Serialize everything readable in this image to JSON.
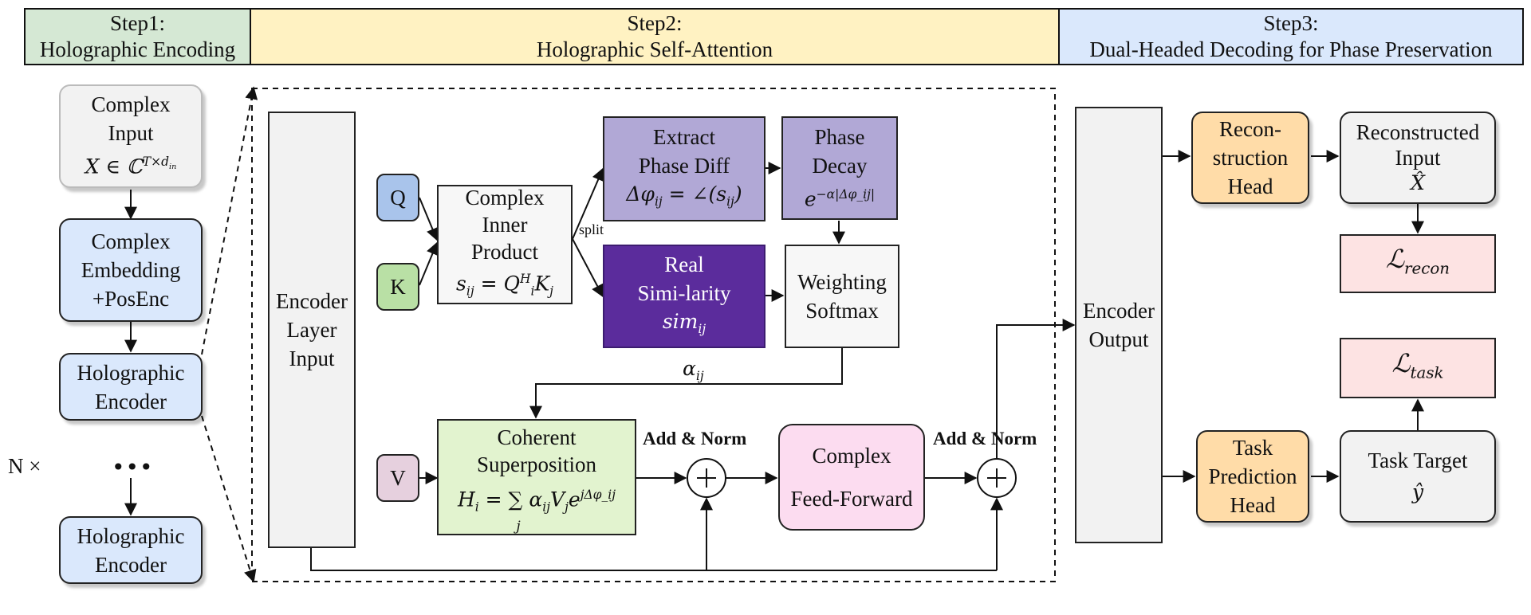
{
  "header": {
    "step1": {
      "title": "Step1:",
      "subtitle": "Holographic Encoding",
      "color": "#d5e8d4"
    },
    "step2": {
      "title": "Step2:",
      "subtitle": "Holographic Self-Attention",
      "color": "#fff2c2"
    },
    "step3": {
      "title": "Step3:",
      "subtitle": "Dual-Headed Decoding for Phase Preservation",
      "color": "#dae8fc"
    }
  },
  "left_column": {
    "complex_input": {
      "line1": "Complex",
      "line2": "Input",
      "formula": "X ∈ ℂ",
      "formula_sup": "T×d",
      "formula_sub": "in"
    },
    "complex_embedding": {
      "line1": "Complex",
      "line2": "Embedding",
      "line3": "+PosEnc"
    },
    "holographic_encoder_1": {
      "line1": "Holographic",
      "line2": "Encoder"
    },
    "ellipsis": "•••",
    "holographic_encoder_2": {
      "line1": "Holographic",
      "line2": "Encoder"
    },
    "repeat_label": "N ×"
  },
  "attention": {
    "encoder_layer_input": {
      "line1": "Encoder",
      "line2": "Layer",
      "line3": "Input"
    },
    "q": "Q",
    "k": "K",
    "v": "V",
    "inner_product": {
      "line1": "Complex",
      "line2": "Inner",
      "line3": "Product",
      "formula": "s",
      "formula_sub": "ij",
      "formula_rest": " = Q",
      "formula_rest_sup": "H",
      "formula_rest_sub": "i",
      "formula_tail": "K",
      "formula_tail_sub": "j"
    },
    "split_label": "split",
    "extract_phase": {
      "line1": "Extract",
      "line2": "Phase Diff",
      "formula": "Δφ",
      "formula_sub": "ij",
      "formula_rest": " = ∠(s",
      "formula_rest_sub": "ij",
      "formula_tail": ")"
    },
    "phase_decay": {
      "line1": "Phase",
      "line2": "Decay",
      "formula": "e",
      "formula_sup": "−α|Δφ_ij|"
    },
    "real_similarity": {
      "line1": "Real",
      "line2": "Simi-larity",
      "formula": "sim",
      "formula_sub": "ij"
    },
    "weighting_softmax": {
      "line1": "Weighting",
      "line2": "Softmax"
    },
    "alpha_label": "α",
    "alpha_sub": "ij",
    "coherent": {
      "line1": "Coherent",
      "line2": "Superposition",
      "formula": "H",
      "formula_sub": "i",
      "formula_rest": " = ∑ α",
      "formula_rest_sub": "ij",
      "formula_tail": "V",
      "formula_tail_sub": "j",
      "formula_exp": "e",
      "formula_exp_sup": "jΔφ_ij",
      "sum_index": "j"
    },
    "add_norm_1": "Add & Norm",
    "add_norm_2": "Add & Norm",
    "plus": "+",
    "feed_forward": {
      "line1": "Complex",
      "line2": "Feed-Forward"
    }
  },
  "decoder": {
    "encoder_output": {
      "line1": "Encoder",
      "line2": "Output"
    },
    "recon_head": {
      "line1": "Recon-",
      "line2": "struction",
      "line3": "Head"
    },
    "reconstructed_input": {
      "line1": "Reconstructed",
      "line2": "Input",
      "formula": "X̂"
    },
    "loss_recon": {
      "symbol": "ℒ",
      "sub": "recon"
    },
    "task_head": {
      "line1": "Task",
      "line2": "Prediction",
      "line3": "Head"
    },
    "task_target": {
      "line1": "Task Target",
      "formula": "ŷ"
    },
    "loss_task": {
      "symbol": "ℒ",
      "sub": "task"
    }
  },
  "colors": {
    "gray_box": "#f2f2f2",
    "blue_box": "#dae8fc",
    "q_box": "#a9c4eb",
    "k_box": "#b9e0a5",
    "v_box": "#e6d0de",
    "phase_purple": "#b1a8d6",
    "similarity_purple": "#5b2c9c",
    "coherent_green": "#e2f3cf",
    "feedforward_pink": "#fcdcf0",
    "head_orange": "#ffdca8",
    "loss_pink": "#fde3e3"
  }
}
